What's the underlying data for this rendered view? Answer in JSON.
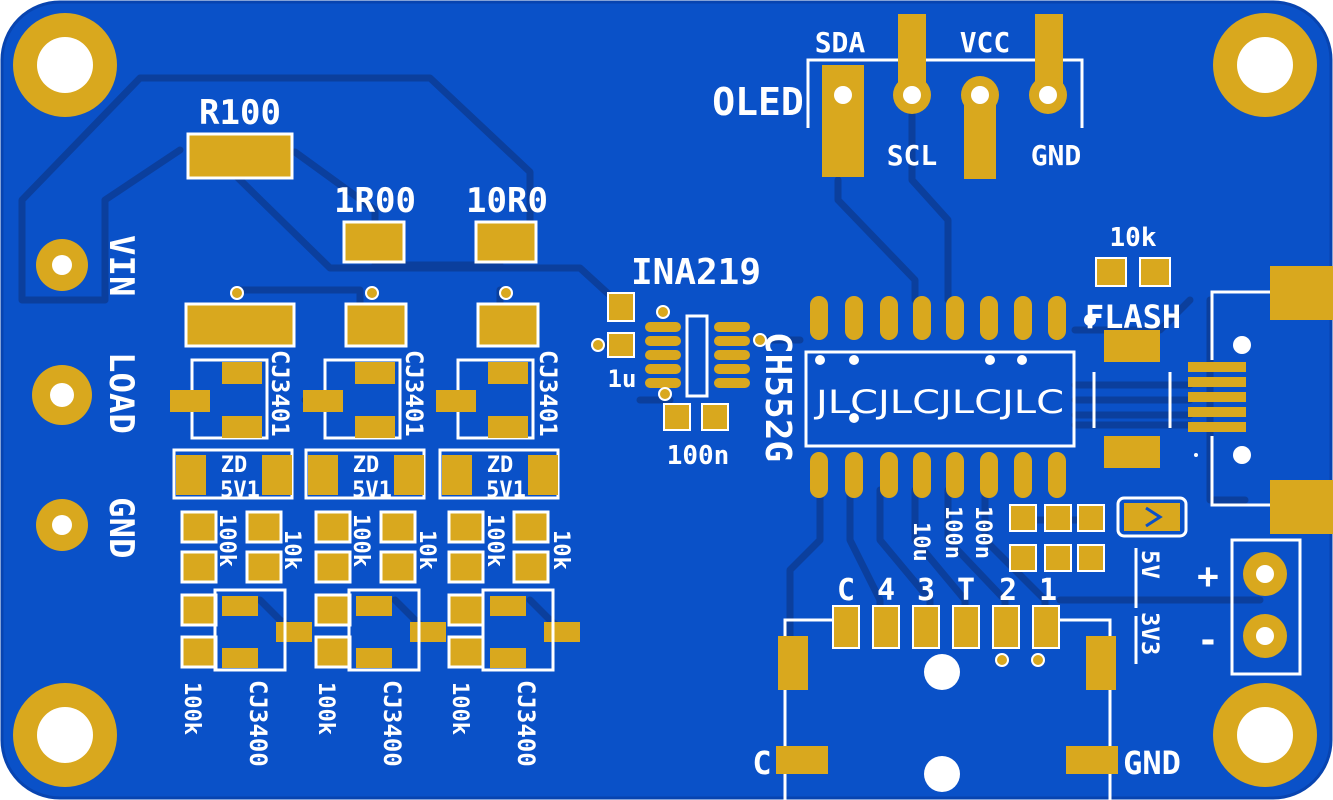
{
  "colors": {
    "board": "#0a51c8",
    "board_edge": "#0844b0",
    "copper": "#d9a81e",
    "trace": "#0b3f9d",
    "silk": "#ffffff"
  },
  "labels": {
    "r100": "R100",
    "r1r00": "1R00",
    "r10r0": "10R0",
    "ina": "INA219",
    "c1u": "1u",
    "c100n": "100n",
    "ch552": "CH552G",
    "jlc": "JLCJLCJLCJLC",
    "oled": "OLED",
    "sda": "SDA",
    "vcc": "VCC",
    "scl": "SCL",
    "gnd_hdr": "GND",
    "r10k_top": "10k",
    "flash": "FLASH",
    "vin": "VIN",
    "load": "LOAD",
    "gnd_left": "GND",
    "cj3401": "CJ3401",
    "zd": "ZD",
    "zd_v": "5V1",
    "r100k": "100k",
    "r10k": "10k",
    "cj3400": "CJ3400",
    "c10u": "10u",
    "c100n_a": "100n",
    "c100n_b": "100n",
    "v5": "5V",
    "v3": "3V3",
    "plus": "+",
    "minus": "-",
    "pin_c": "C",
    "pin_4": "4",
    "pin_3": "3",
    "pin_t": "T",
    "pin_2": "2",
    "pin_1": "1",
    "c_bottom": "C",
    "gnd_bottom": "GND"
  }
}
